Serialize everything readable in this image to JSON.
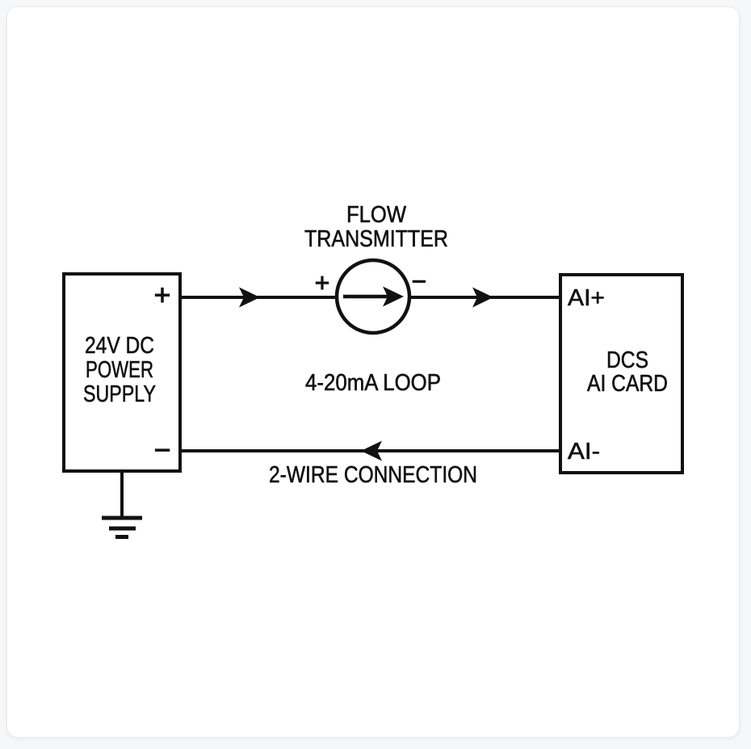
{
  "page": {
    "background": "#f6f7f8",
    "card_background": "#ffffff",
    "ink_color": "#111111"
  },
  "diagram": {
    "flow_transmitter": {
      "label_line1": "FLOW",
      "label_line2": "TRANSMITTER",
      "plus_sign": "+",
      "minus_sign": "−",
      "symbol_icon": "current-source-circle-arrow"
    },
    "power_supply": {
      "label_line1": "24V DC",
      "label_line2": "POWER",
      "label_line3": "SUPPLY",
      "plus_terminal": "+",
      "minus_terminal": "−",
      "ground_icon": "earth-ground"
    },
    "dcs_card": {
      "label_line1": "DCS",
      "label_line2": "AI CARD",
      "terminal_top": "AI+",
      "terminal_bottom": "AI-"
    },
    "loop_label": "4-20mA LOOP",
    "connection_label": "2-WIRE CONNECTION",
    "flow_direction_icon": "right-arrowhead",
    "return_direction_icon": "left-arrowhead"
  }
}
